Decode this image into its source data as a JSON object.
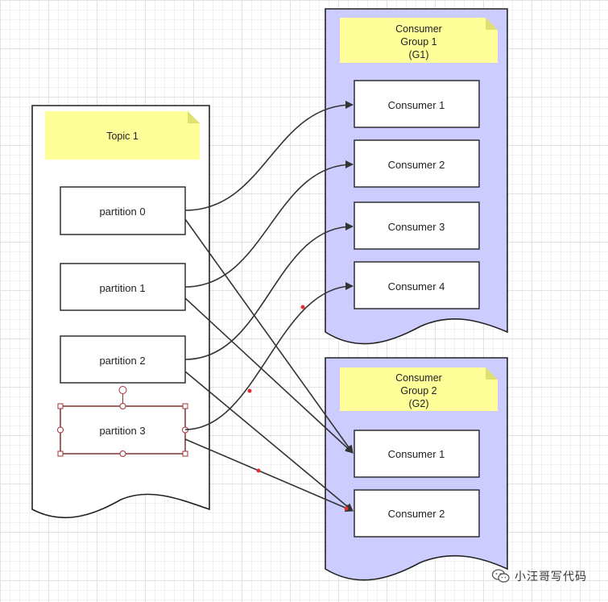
{
  "topic": {
    "title": "Topic 1",
    "partitions": [
      "partition 0",
      "partition 1",
      "partition 2",
      "partition 3"
    ]
  },
  "group1": {
    "title_lines": [
      "Consumer",
      "Group 1",
      "(G1)"
    ],
    "consumers": [
      "Consumer 1",
      "Consumer 2",
      "Consumer 3",
      "Consumer 4"
    ],
    "fill_color": "#ccccff"
  },
  "group2": {
    "title_lines": [
      "Consumer",
      "Group 2",
      "(G2)"
    ],
    "consumers": [
      "Consumer 1",
      "Consumer 2"
    ],
    "fill_color": "#ccccff"
  },
  "note_color": "#ffff99",
  "selection_color": "#a03030",
  "watermark": {
    "text": "小汪哥写代码",
    "icon": "wechat-icon"
  }
}
